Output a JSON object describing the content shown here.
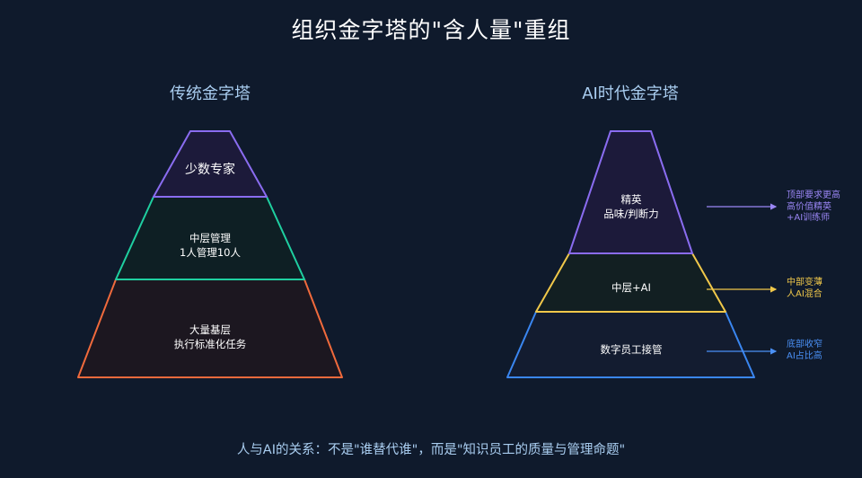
{
  "title": "组织金字塔的\"含人量\"重组",
  "traditional": {
    "heading": "传统金字塔",
    "layers": [
      {
        "lines": [
          "少数专家"
        ],
        "stroke": "#8a6cf0",
        "fill": "#1c1a3a"
      },
      {
        "lines": [
          "中层管理",
          "1人管理10人"
        ],
        "stroke": "#1fcfa0",
        "fill": "#0e1f24"
      },
      {
        "lines": [
          "大量基层",
          "执行标准化任务"
        ],
        "stroke": "#f06a3c",
        "fill": "#1c1720"
      }
    ]
  },
  "ai": {
    "heading": "AI时代金字塔",
    "layers": [
      {
        "lines": [
          "精英",
          "品味/判断力"
        ],
        "stroke": "#8a6cf0",
        "fill": "#1c1a3a"
      },
      {
        "lines": [
          "中层+AI"
        ],
        "stroke": "#f0c84a",
        "fill": "#121f22"
      },
      {
        "lines": [
          "数字员工接管"
        ],
        "stroke": "#3a86f0",
        "fill": "#131c30"
      }
    ],
    "notes": [
      {
        "lines": [
          "顶部要求更高",
          "高价值精英",
          "+AI训练师"
        ],
        "color": "#9a86f5"
      },
      {
        "lines": [
          "中部变薄",
          "人AI混合"
        ],
        "color": "#f0c84a"
      },
      {
        "lines": [
          "底部收窄",
          "AI占比高"
        ],
        "color": "#4a90f5"
      }
    ]
  },
  "footer": "人与AI的关系：不是\"谁替代谁\"，而是\"知识员工的质量与管理命题\""
}
